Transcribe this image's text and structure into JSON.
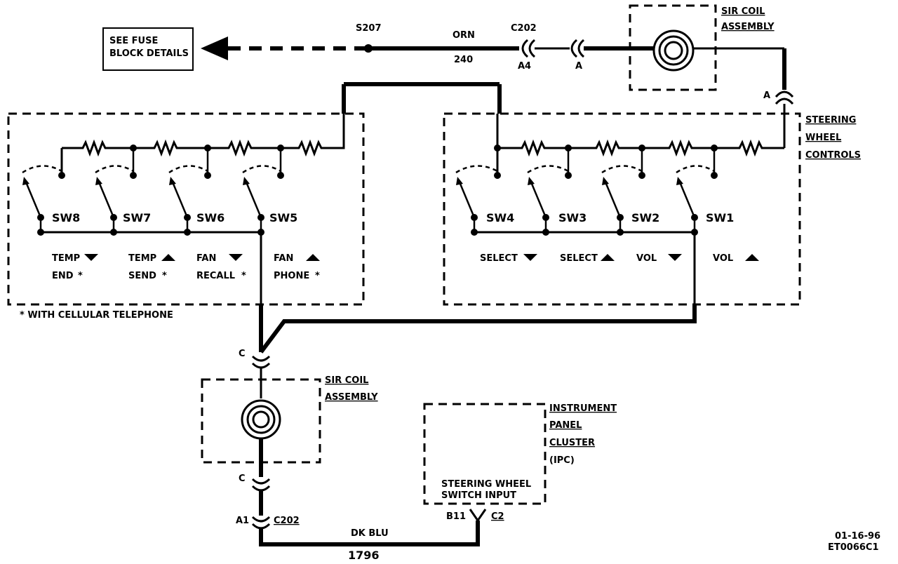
{
  "fuse_box": {
    "line1": "SEE FUSE",
    "line2": "BLOCK DETAILS"
  },
  "splice_top": "S207",
  "wire_top": {
    "color": "ORN",
    "circuit": "240"
  },
  "conn_c202_top": {
    "name": "C202",
    "pin": "A4"
  },
  "conn_a_top": "A",
  "sir_top": {
    "line1": "SIR COIL",
    "line2": "ASSEMBLY"
  },
  "conn_a_right": "A",
  "steering_wheel_controls": {
    "line1": "STEERING",
    "line2": "WHEEL",
    "line3": "CONTROLS"
  },
  "left_switches": [
    "SW8",
    "SW7",
    "SW6",
    "SW5"
  ],
  "left_functions_row1": [
    "TEMP",
    "TEMP",
    "FAN",
    "FAN"
  ],
  "left_functions_row2": [
    "END",
    "SEND",
    "RECALL",
    "PHONE"
  ],
  "left_marker": "*",
  "footnote": "* WITH CELLULAR TELEPHONE",
  "right_switches": [
    "SW4",
    "SW3",
    "SW2",
    "SW1"
  ],
  "right_functions": [
    "SELECT",
    "SELECT",
    "VOL",
    "VOL"
  ],
  "conn_c_upper": "C",
  "sir_bottom": {
    "line1": "SIR COIL",
    "line2": "ASSEMBLY"
  },
  "conn_c_lower": "C",
  "conn_c202_bottom": {
    "pin": "A1",
    "name": "C202"
  },
  "wire_bottom": {
    "color": "DK BLU",
    "circuit": "1796"
  },
  "ipc": {
    "line1": "INSTRUMENT",
    "line2": "PANEL",
    "line3": "CLUSTER",
    "line4": "(IPC)",
    "input1": "STEERING WHEEL",
    "input2": "SWITCH INPUT"
  },
  "ipc_conn": {
    "pin": "B11",
    "name": "C2"
  },
  "doc_code": {
    "date": "01-16-96",
    "code": "ET0066C1"
  }
}
